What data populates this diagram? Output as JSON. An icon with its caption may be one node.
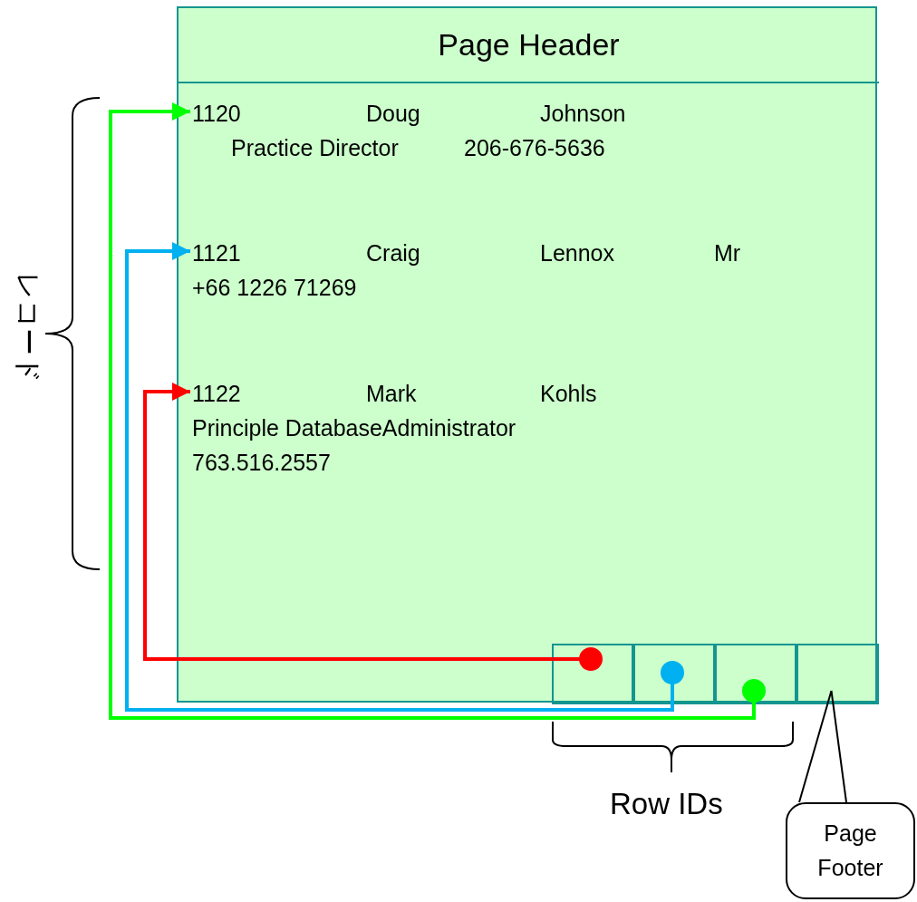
{
  "diagram": {
    "nodes": [
      {
        "text": [],
        "shape": "box"
      },
      {
        "text": [
          "Page Header"
        ],
        "in": 0
      },
      {
        "text": [
          "1120",
          "Doug",
          "Johnson",
          "Practice Director",
          "206-676-5636"
        ],
        "in": 0
      },
      {
        "text": [
          "1121",
          "Craig",
          "Lennox",
          "Mr",
          "+66 1226 71269"
        ],
        "in": 0
      },
      {
        "text": [
          "1122",
          "Mark",
          "Kohls",
          "Principle DatabaseAdministrator",
          "763.516.2557"
        ],
        "in": 0
      },
      {
        "text": [],
        "shape": "box",
        "in": 0
      },
      {
        "text": [],
        "shape": "box",
        "in": 0
      },
      {
        "text": [],
        "shape": "box",
        "in": 0
      },
      {
        "text": [],
        "shape": "box",
        "in": 0
      },
      {
        "text": [
          "Page Footer"
        ]
      }
    ],
    "edges": [
      {
        "from": 5,
        "to": 4,
        "arrow": "to",
        "color": "#ff0000"
      },
      {
        "from": 6,
        "to": 3,
        "arrow": "to",
        "color": "#00b0f0"
      },
      {
        "from": 7,
        "to": 2,
        "arrow": "to",
        "color": "#00ff00"
      },
      {
        "from": 9,
        "to": 8,
        "arrow": "none",
        "color": "#000000"
      }
    ],
    "labels": [
      "レコード",
      "Row IDs"
    ]
  }
}
